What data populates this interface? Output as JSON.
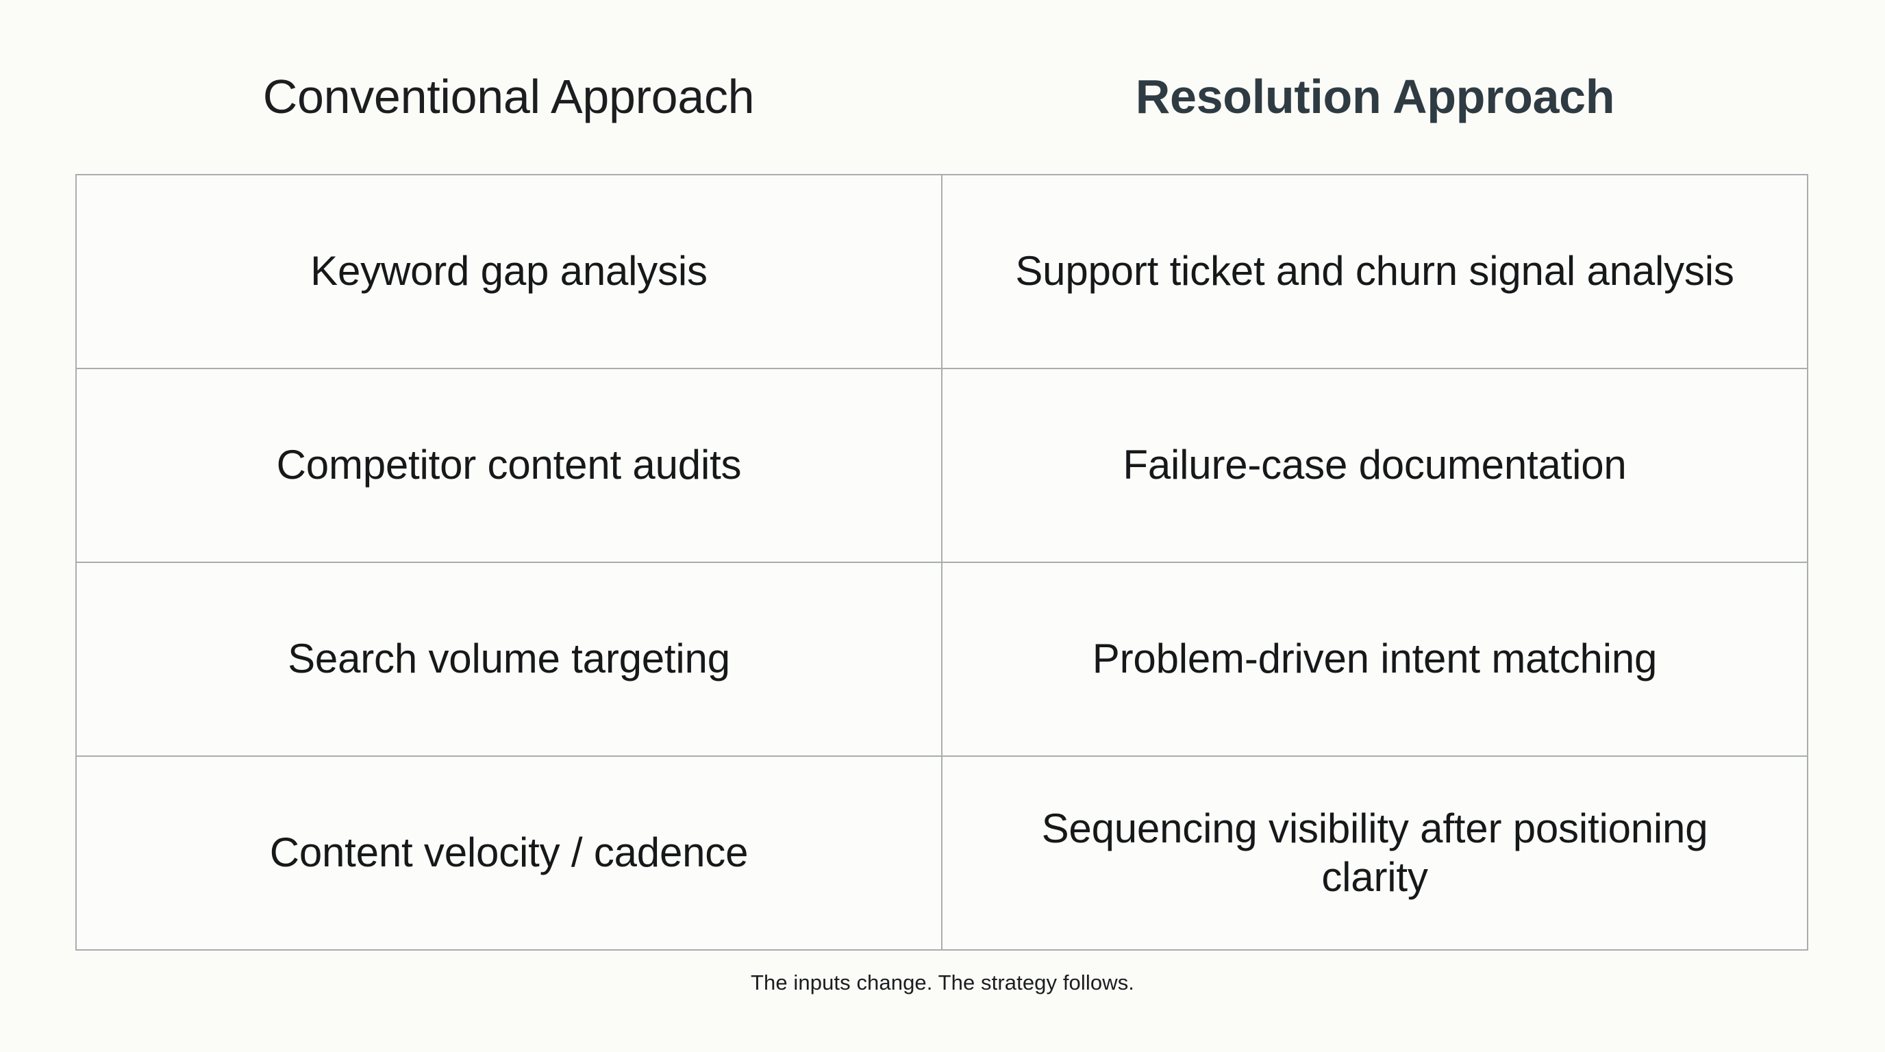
{
  "table": {
    "columns": [
      {
        "label": "Conventional Approach",
        "emphasis": "regular"
      },
      {
        "label": "Resolution Approach",
        "emphasis": "bold"
      }
    ],
    "rows": [
      {
        "conventional": "Keyword gap analysis",
        "resolution": "Support ticket and churn signal analysis"
      },
      {
        "conventional": "Competitor content audits",
        "resolution": "Failure-case documentation"
      },
      {
        "conventional": "Search volume targeting",
        "resolution": "Problem-driven intent matching"
      },
      {
        "conventional": "Content velocity / cadence",
        "resolution": "Sequencing visibility after positioning clarity"
      }
    ]
  },
  "caption": {
    "text": "The inputs change. The strategy follows."
  },
  "colors": {
    "background": "#fbfbf8",
    "cell_background": "#fcfcfa",
    "border": "#a9adb0",
    "text_primary": "#16181a",
    "heading_conventional": "#1b1d1f",
    "heading_resolution": "#2f3b42"
  }
}
